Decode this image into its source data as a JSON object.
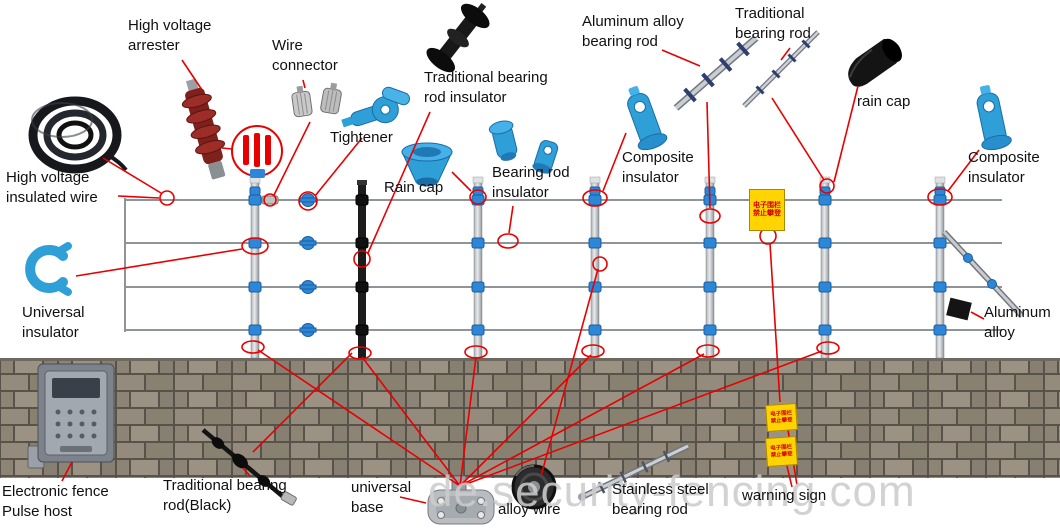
{
  "watermark": "de.security-fencing.com",
  "labels": {
    "high_voltage_insulated_wire": "High voltage insulated wire",
    "high_voltage_arrester": "High voltage arrester",
    "wire_connector": "Wire connector",
    "tightener": "Tightener",
    "traditional_bearing_rod_insulator": "Traditional bearing rod insulator",
    "rain_cap": "Rain cap",
    "bearing_rod_insulator": "Bearing rod insulator",
    "aluminum_alloy_bearing_rod": "Aluminum alloy bearing rod",
    "traditional_bearing_rod": "Traditional bearing rod",
    "rain_cap_black": "rain cap",
    "composite_insulator": "Composite insulator",
    "composite_insulator_right": "Composite insulator",
    "universal_insulator": "Universal insulator",
    "aluminum_alloy": "Aluminum alloy",
    "electronic_fence_pulse_host": "Electronic fence Pulse host",
    "traditional_bearing_rod_black": "Traditional bearing rod(Black)",
    "universal_base": "universal base",
    "alloy_wire": "alloy wire",
    "stainless_steel_bearing_rod": "Stainless steel bearing rod",
    "warning_sign": "warning sign"
  },
  "warning_sign_board": {
    "line1": "电子围栏",
    "line2": "禁止攀登"
  },
  "colors": {
    "annotation_red": "#e80000",
    "component_blue": "#2f9fd8",
    "warning_yellow": "#ffd400",
    "brick": "#948b7d"
  }
}
